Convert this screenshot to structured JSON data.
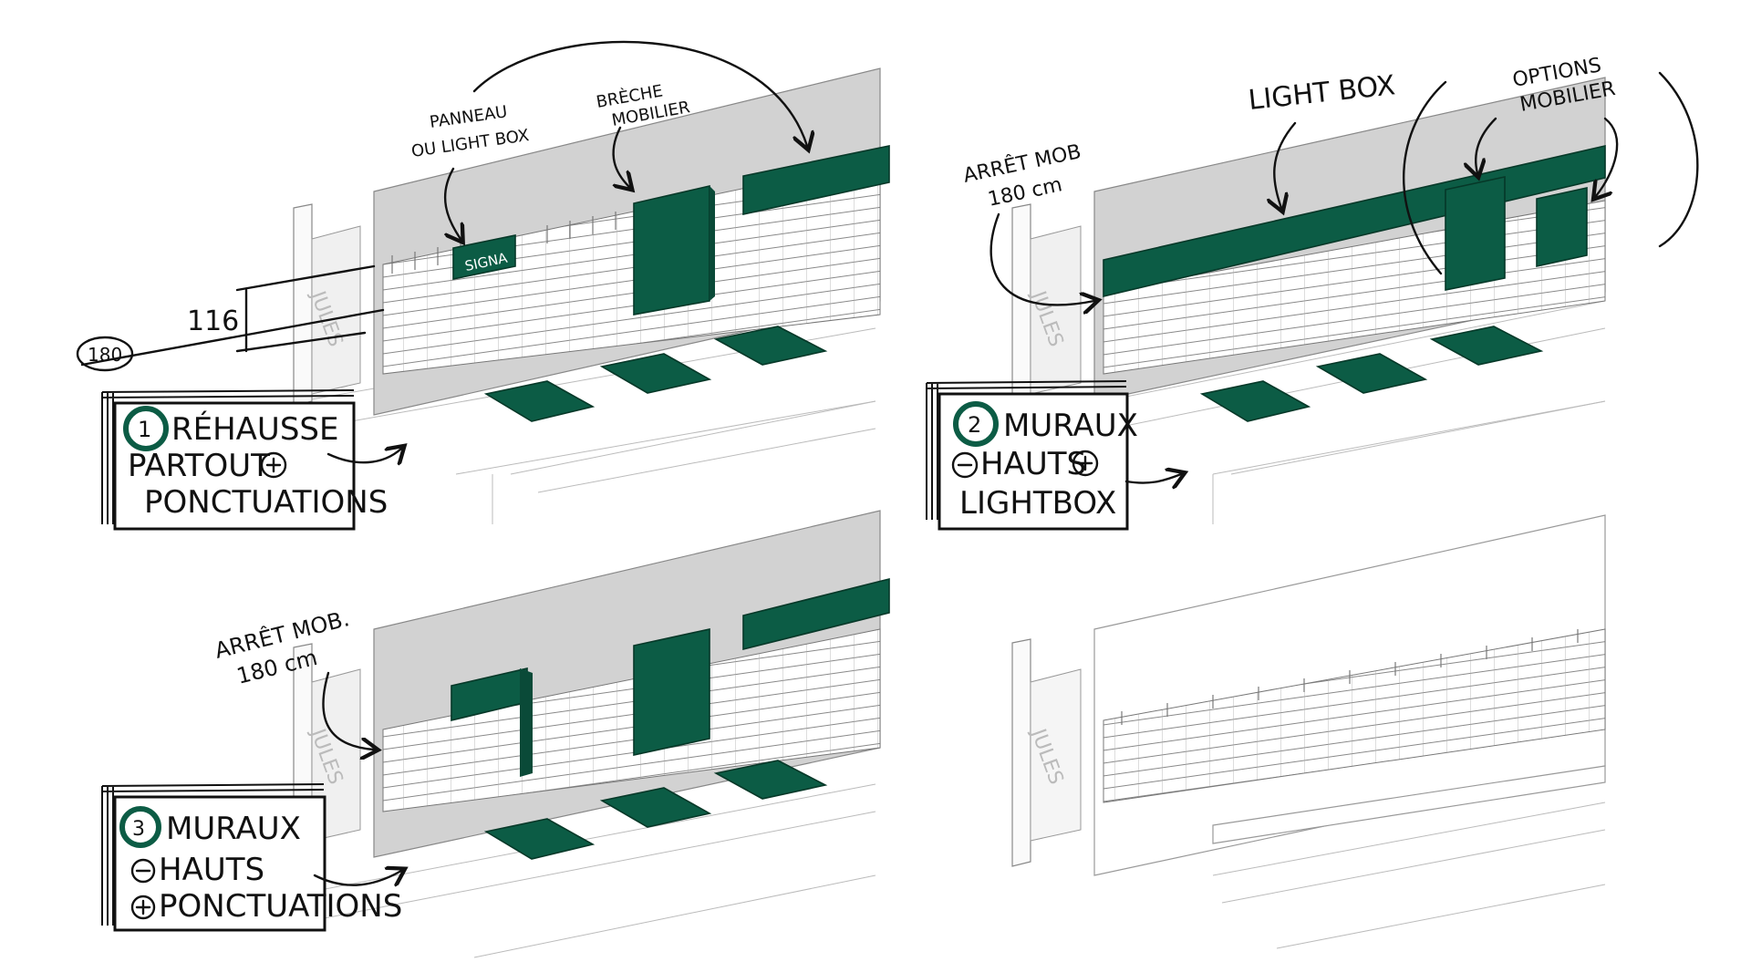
{
  "panels": [
    {
      "id": "panel1",
      "number": "1",
      "caption_lines": [
        "RÉHAUSSE",
        "PARTOUT",
        "PONCTUATIONS"
      ],
      "annotations": {
        "panneau": [
          "PANNEAU",
          "OU LIGHT BOX"
        ],
        "breche": [
          "BRÈCHE",
          "MOBILIER"
        ],
        "signa": "SIGNA",
        "dim_116": "116",
        "dim_180": "180",
        "storefront": "JULES"
      }
    },
    {
      "id": "panel2",
      "number": "2",
      "caption_lines": [
        "MURAUX",
        "HAUTS",
        "LIGHTBOX"
      ],
      "annotations": {
        "lightbox": "LIGHT BOX",
        "options": [
          "OPTIONS",
          "MOBILIER"
        ],
        "arret": [
          "ARRÊT MOB",
          "180 cm"
        ],
        "storefront": "JULES"
      }
    },
    {
      "id": "panel3",
      "number": "3",
      "caption_lines": [
        "MURAUX",
        "HAUTS",
        "PONCTUATIONS"
      ],
      "annotations": {
        "arret": [
          "ARRÊT MOB.",
          "180 cm"
        ],
        "storefront": "JULES"
      }
    },
    {
      "id": "panel4",
      "annotations": {
        "storefront": "JULES"
      }
    }
  ],
  "colors": {
    "accent_green": "#0c5c45",
    "wall_gray": "#d2d2d2",
    "ink": "#111111"
  }
}
